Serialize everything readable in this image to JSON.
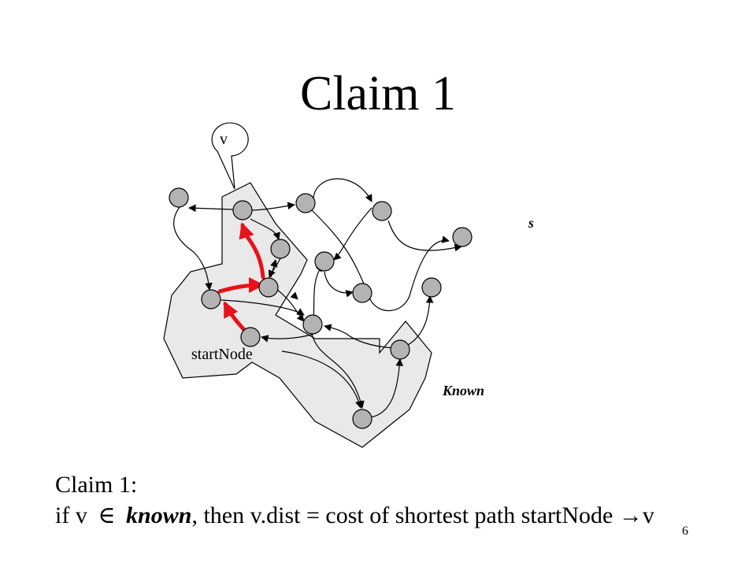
{
  "slide": {
    "title": "Claim 1",
    "number": "6"
  },
  "diagram": {
    "callout_label": "v",
    "set_s_label": "s",
    "known_label": "Known",
    "start_label": "startNode",
    "colors": {
      "known_region": "#e9e9e9",
      "node_fill": "#b3b3b3",
      "path_edge": "#e8121a"
    }
  },
  "claim": {
    "heading": "Claim 1:",
    "line_prefix": "if v",
    "element_of": "∈",
    "known_word": "known",
    "line_middle": ", then v.dist = cost of shortest path startNode",
    "arrow": "→",
    "line_end": "v"
  }
}
